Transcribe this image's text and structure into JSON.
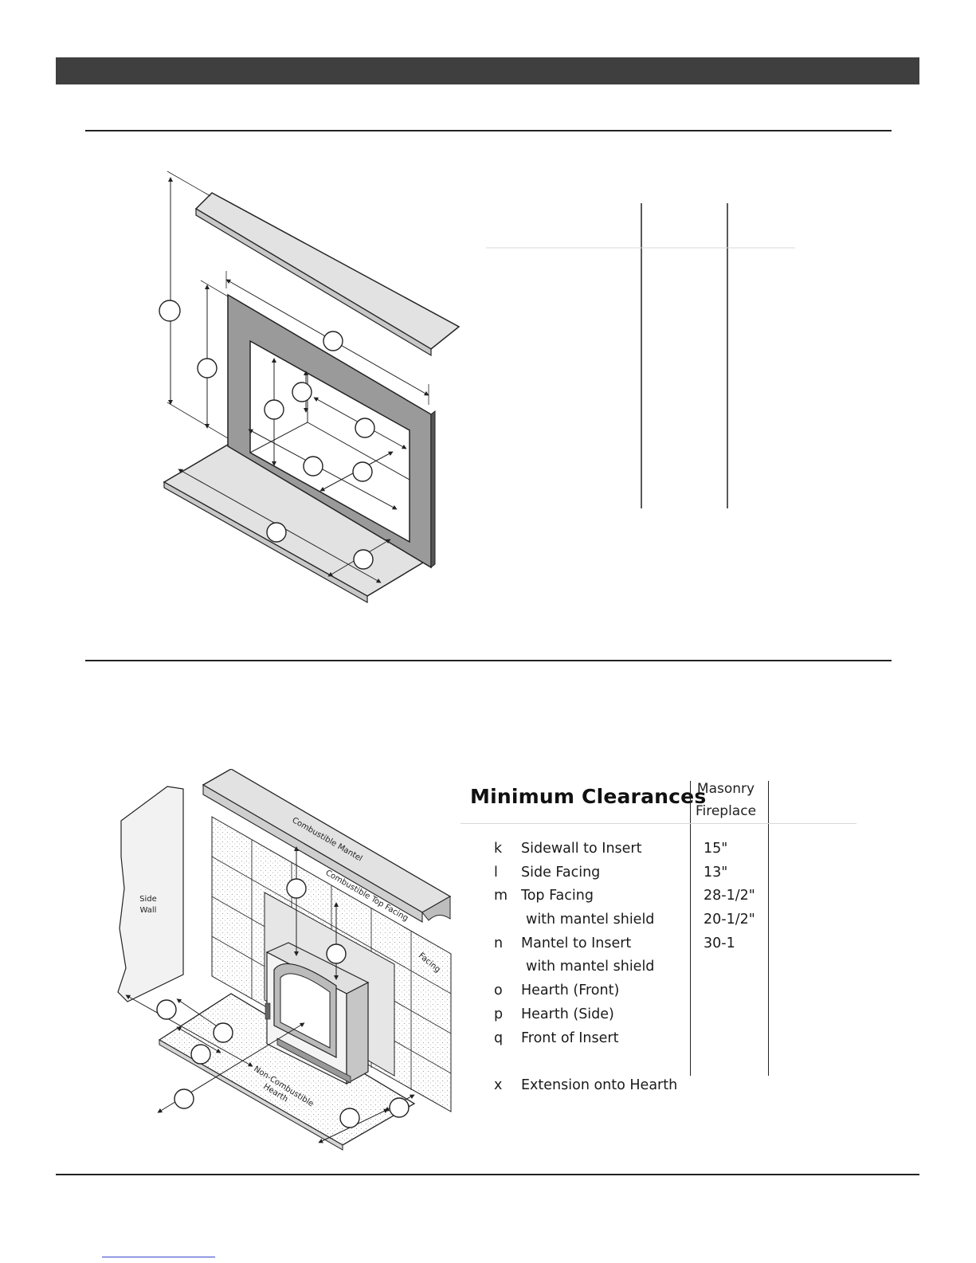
{
  "clearances": {
    "title": "Minimum Clearances",
    "column_header": [
      "Masonry",
      "Fireplace"
    ],
    "rows": [
      {
        "letter": "k",
        "label": "Sidewall to Insert",
        "value": "15\""
      },
      {
        "letter": "l",
        "label": "Side Facing",
        "value": "13\""
      },
      {
        "letter": "m",
        "label": "Top Facing",
        "value": "28-1/2\""
      },
      {
        "letter": "",
        "label": "with mantel shield",
        "value": "20-1/2\""
      },
      {
        "letter": "n",
        "label": "Mantel to Insert",
        "value": "30-1"
      },
      {
        "letter": "",
        "label": "with mantel shield",
        "value": ""
      },
      {
        "letter": "o",
        "label": "Hearth (Front)",
        "value": ""
      },
      {
        "letter": "p",
        "label": "Hearth (Side)",
        "value": ""
      },
      {
        "letter": "q",
        "label": "Front of Insert",
        "value": ""
      },
      {
        "letter": "x",
        "label": "Extension onto Hearth",
        "value": ""
      }
    ]
  },
  "diagram_labels": {
    "side_wall": [
      "Side",
      "Wall"
    ],
    "combustible_mantel": "Combustible Mantel",
    "combustible_top_facing": "Combustible Top Facing",
    "facing": "Facing",
    "hearth": [
      "Non-Combustible",
      "Hearth"
    ]
  },
  "colors": {
    "header_bar": "#3f3f3f",
    "rule": "#222222",
    "surface_light": "#e2e2e2",
    "surface_dark": "#9a9a9a"
  }
}
